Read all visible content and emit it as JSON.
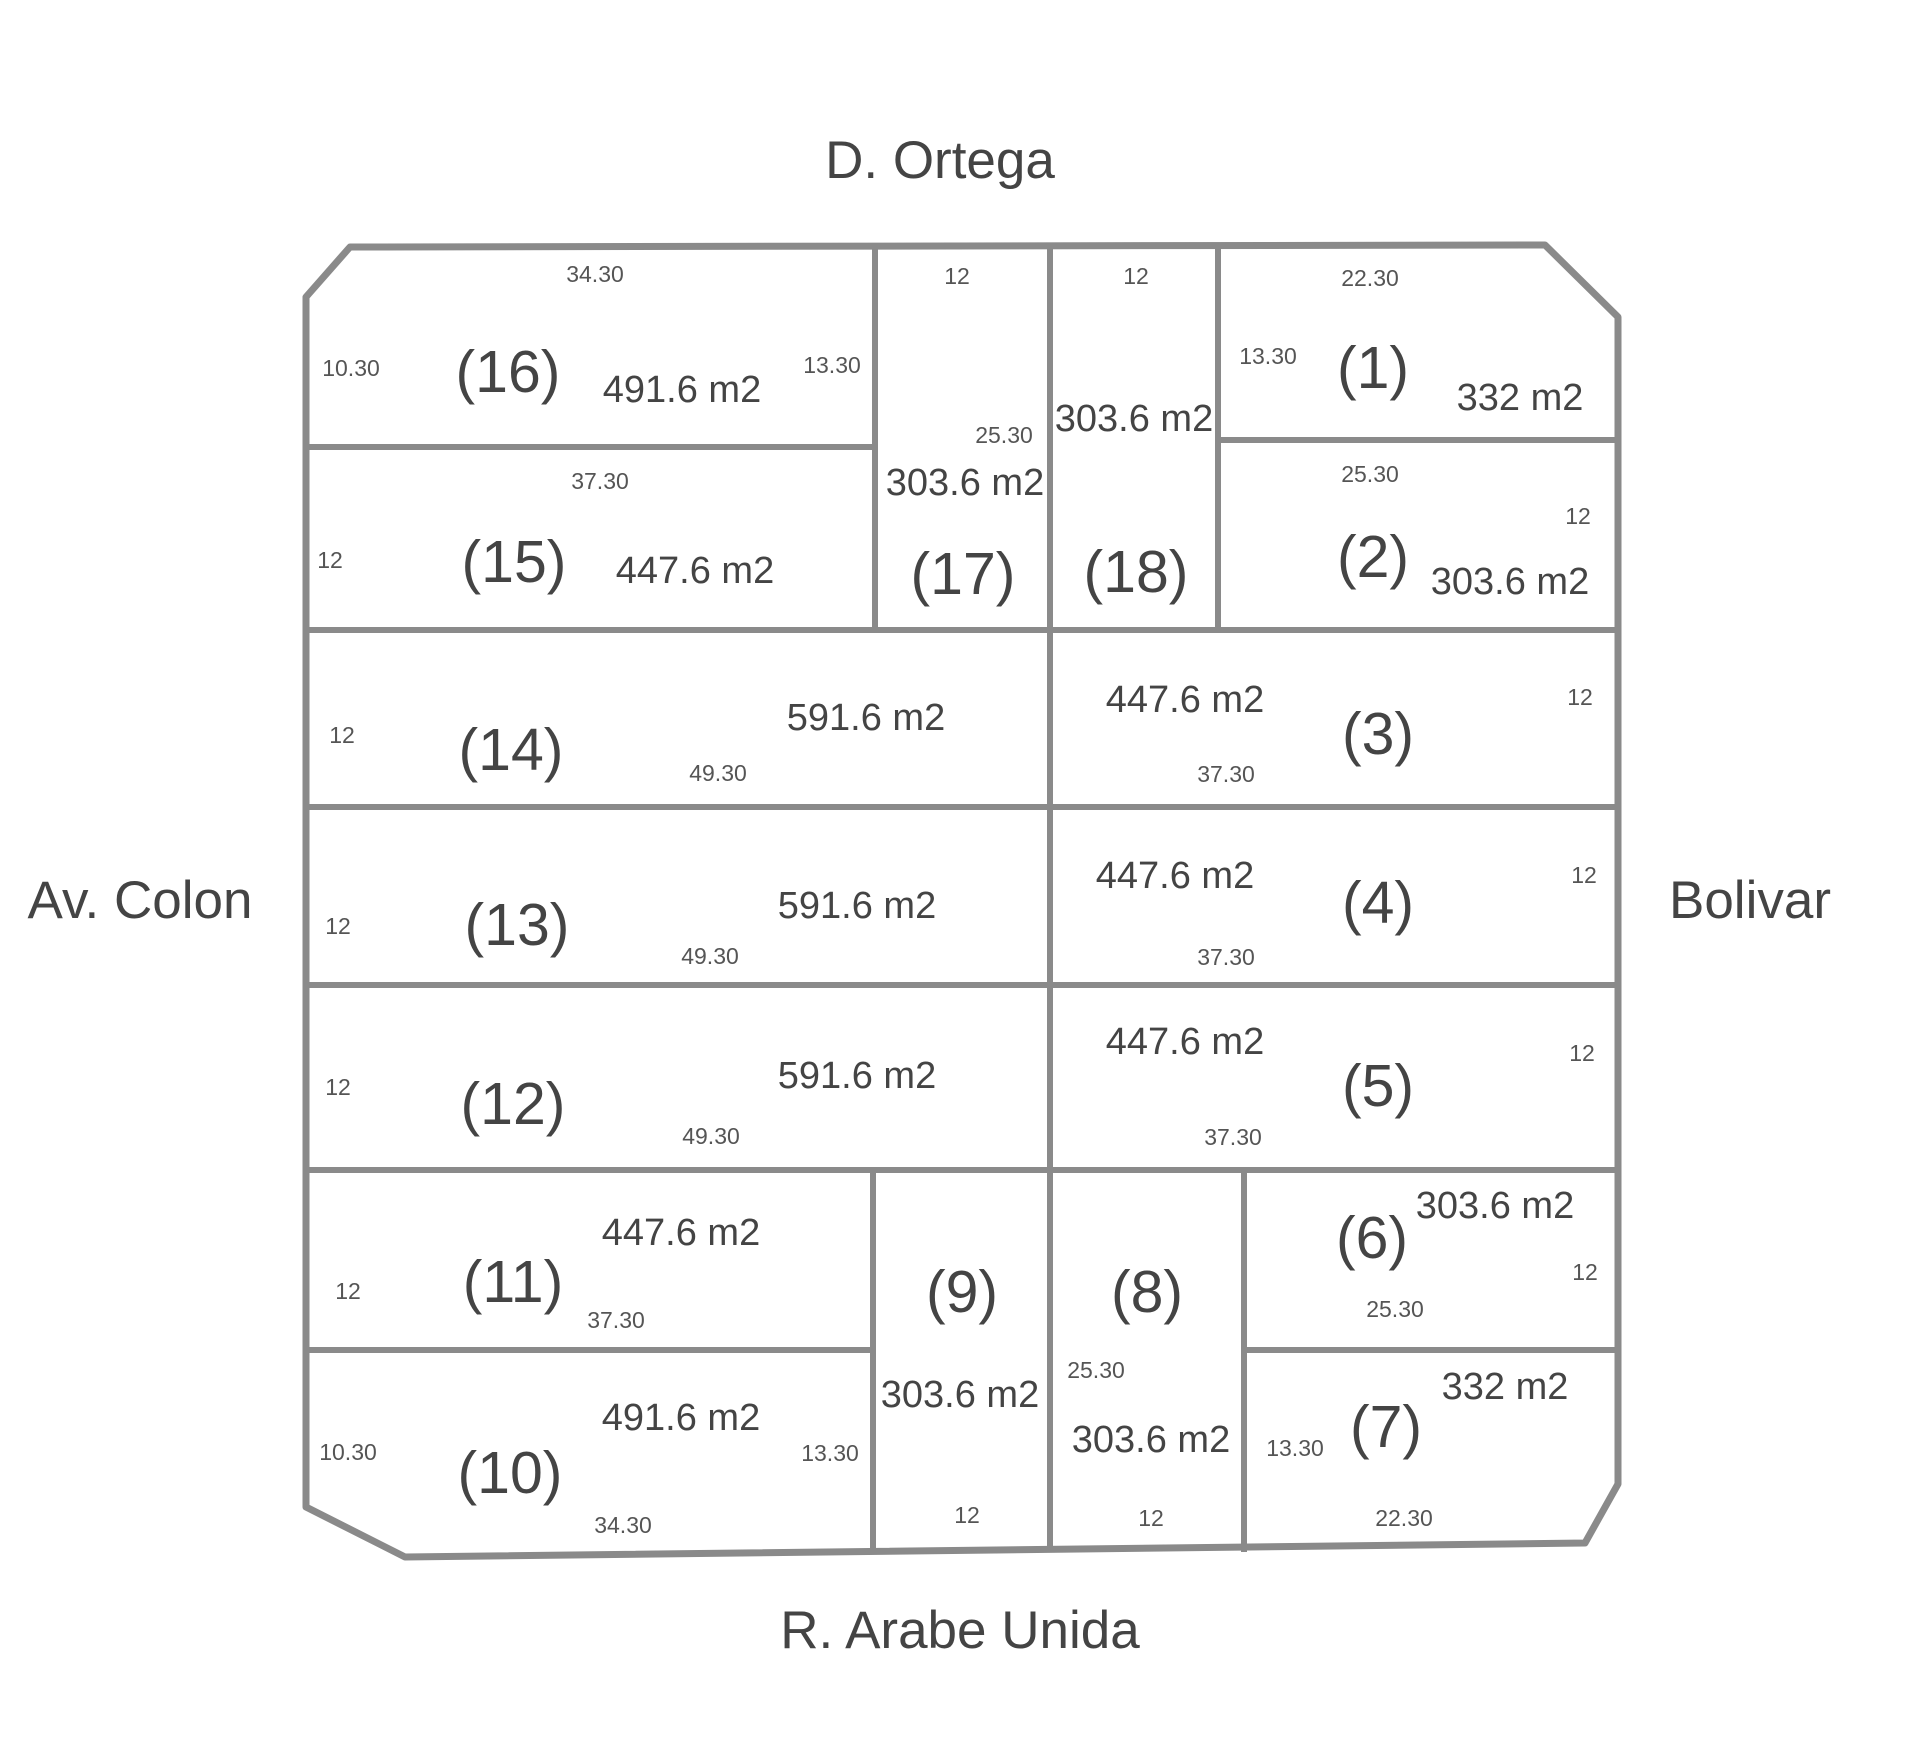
{
  "streets": {
    "north": "D. Ortega",
    "south": "R. Arabe  Unida",
    "west": "Av. Colon",
    "east": "Bolivar"
  },
  "lots": [
    {
      "number": "(1)",
      "area": "332 m2",
      "dims": [
        "22.30",
        "13.30"
      ]
    },
    {
      "number": "(2)",
      "area": "303.6 m2",
      "dims": [
        "25.30",
        "12"
      ]
    },
    {
      "number": "(3)",
      "area": "447.6 m2",
      "dims": [
        "12",
        "37.30"
      ]
    },
    {
      "number": "(4)",
      "area": "447.6 m2",
      "dims": [
        "12",
        "37.30"
      ]
    },
    {
      "number": "(5)",
      "area": "447.6 m2",
      "dims": [
        "12",
        "37.30"
      ]
    },
    {
      "number": "(6)",
      "area": "303.6 m2",
      "dims": [
        "12",
        "25.30"
      ]
    },
    {
      "number": "(7)",
      "area": "332 m2",
      "dims": [
        "13.30",
        "22.30"
      ]
    },
    {
      "number": "(8)",
      "area": "303.6 m2",
      "dims": [
        "25.30",
        "12"
      ]
    },
    {
      "number": "(9)",
      "area": "303.6 m2",
      "dims": [
        "12"
      ]
    },
    {
      "number": "(10)",
      "area": "491.6 m2",
      "dims": [
        "10.30",
        "13.30",
        "34.30"
      ]
    },
    {
      "number": "(11)",
      "area": "447.6 m2",
      "dims": [
        "12",
        "37.30"
      ]
    },
    {
      "number": "(12)",
      "area": "591.6 m2",
      "dims": [
        "12",
        "49.30"
      ]
    },
    {
      "number": "(13)",
      "area": "591.6 m2",
      "dims": [
        "12",
        "49.30"
      ]
    },
    {
      "number": "(14)",
      "area": "591.6 m2",
      "dims": [
        "12",
        "49.30"
      ]
    },
    {
      "number": "(15)",
      "area": "447.6 m2",
      "dims": [
        "37.30",
        "12"
      ]
    },
    {
      "number": "(16)",
      "area": "491.6 m2",
      "dims": [
        "34.30",
        "10.30",
        "13.30"
      ]
    },
    {
      "number": "(17)",
      "area": "303.6 m2",
      "dims": [
        "12",
        "25.30"
      ]
    },
    {
      "number": "(18)",
      "area": "303.6 m2",
      "dims": [
        "12"
      ]
    }
  ]
}
